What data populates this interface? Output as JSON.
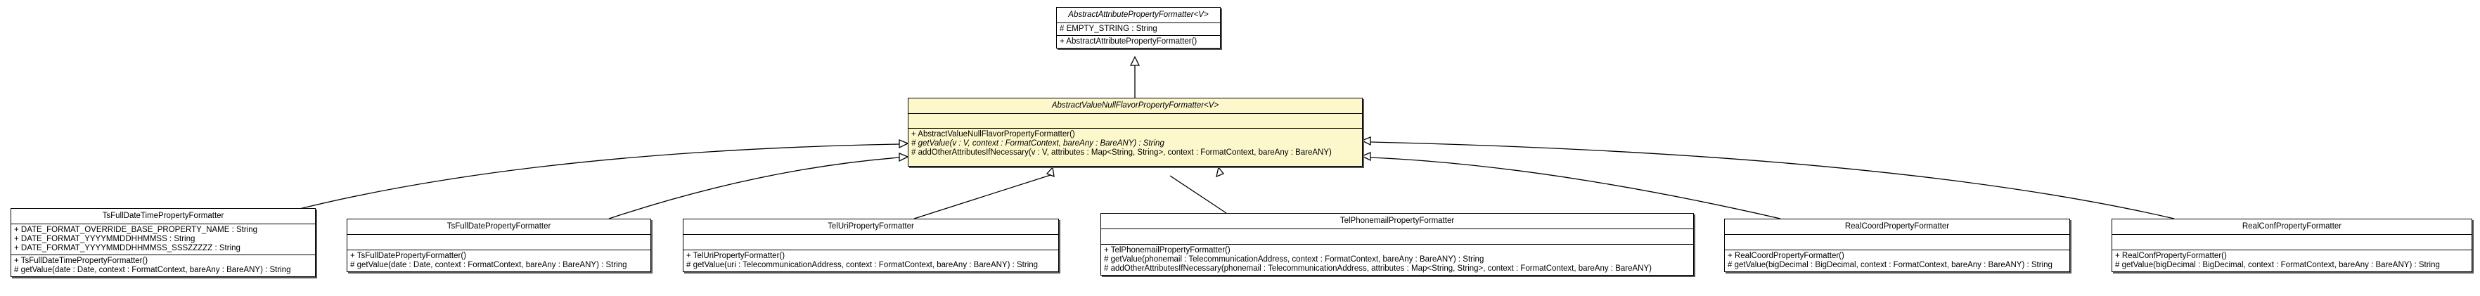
{
  "diagram": {
    "type": "UML class diagram",
    "classes": {
      "abstract_attribute": {
        "name": "AbstractAttributePropertyFormatter<V>",
        "abstract": true,
        "attributes": [
          "# EMPTY_STRING : String"
        ],
        "operations": [
          "+ AbstractAttributePropertyFormatter()"
        ]
      },
      "abstract_value_null_flavor": {
        "name": "AbstractValueNullFlavorPropertyFormatter<V>",
        "abstract": true,
        "highlighted": true,
        "attributes": [],
        "operations": [
          "+ AbstractValueNullFlavorPropertyFormatter()",
          "# getValue(v : V, context : FormatContext, bareAny : BareANY) : String",
          "# addOtherAttributesIfNecessary(v : V, attributes : Map<String, String>, context : FormatContext, bareAny : BareANY)"
        ]
      },
      "ts_full_date_time": {
        "name": "TsFullDateTimePropertyFormatter",
        "attributes": [
          "+ DATE_FORMAT_OVERRIDE_BASE_PROPERTY_NAME : String",
          "+ DATE_FORMAT_YYYYMMDDHHMMSS : String",
          "+ DATE_FORMAT_YYYYMMDDHHMMSS_SSSZZZZZ : String"
        ],
        "operations": [
          "+ TsFullDateTimePropertyFormatter()",
          "# getValue(date : Date, context : FormatContext, bareAny : BareANY) : String"
        ]
      },
      "ts_full_date": {
        "name": "TsFullDatePropertyFormatter",
        "attributes": [],
        "operations": [
          "+ TsFullDatePropertyFormatter()",
          "# getValue(date : Date, context : FormatContext, bareAny : BareANY) : String"
        ]
      },
      "tel_uri": {
        "name": "TelUriPropertyFormatter",
        "attributes": [],
        "operations": [
          "+ TelUriPropertyFormatter()",
          "# getValue(uri : TelecommunicationAddress, context : FormatContext, bareAny : BareANY) : String"
        ]
      },
      "tel_phonemail": {
        "name": "TelPhonemailPropertyFormatter",
        "attributes": [],
        "operations": [
          "+ TelPhonemailPropertyFormatter()",
          "# getValue(phonemail : TelecommunicationAddress, context : FormatContext, bareAny : BareANY) : String",
          "# addOtherAttributesIfNecessary(phonemail : TelecommunicationAddress, attributes : Map<String, String>, context : FormatContext, bareAny : BareANY)"
        ]
      },
      "real_coord": {
        "name": "RealCoordPropertyFormatter",
        "attributes": [],
        "operations": [
          "+ RealCoordPropertyFormatter()",
          "# getValue(bigDecimal : BigDecimal, context : FormatContext, bareAny : BareANY) : String"
        ]
      },
      "real_conf": {
        "name": "RealConfPropertyFormatter",
        "attributes": [],
        "operations": [
          "+ RealConfPropertyFormatter()",
          "# getValue(bigDecimal : BigDecimal, context : FormatContext, bareAny : BareANY) : String"
        ]
      }
    },
    "generalizations": [
      {
        "from": "abstract_value_null_flavor",
        "to": "abstract_attribute"
      },
      {
        "from": "ts_full_date_time",
        "to": "abstract_value_null_flavor"
      },
      {
        "from": "ts_full_date",
        "to": "abstract_value_null_flavor"
      },
      {
        "from": "tel_uri",
        "to": "abstract_value_null_flavor"
      },
      {
        "from": "tel_phonemail",
        "to": "abstract_value_null_flavor"
      },
      {
        "from": "real_coord",
        "to": "abstract_value_null_flavor"
      },
      {
        "from": "real_conf",
        "to": "abstract_value_null_flavor"
      }
    ],
    "colors": {
      "highlight_fill": "#fdf8cc",
      "box_fill": "#ffffff",
      "line": "#000000"
    }
  }
}
